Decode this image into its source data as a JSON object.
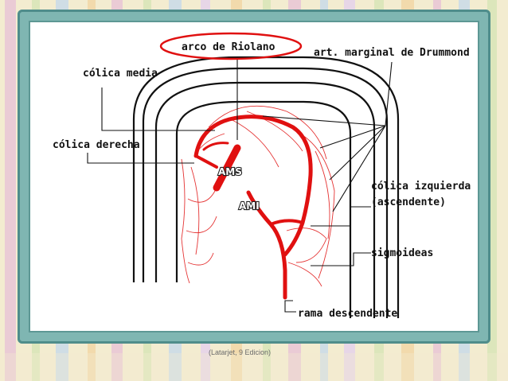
{
  "labels": {
    "arco_riolano": "arco de Riolano",
    "marginal_drummond": "art. marginal de Drummond",
    "colica_media": "cólica media",
    "colica_derecha": "cólica derecha",
    "colica_izquierda_line1": "cólica izquierda",
    "colica_izquierda_line2": "(ascendente)",
    "sigmoideas": "sigmoideas",
    "rama_descendente": "rama descendente",
    "ams": "AMS",
    "ami": "AMI"
  },
  "caption": "(Latarjet, 9 Edicion)",
  "colors": {
    "artery": "#e01010",
    "highlight_ring": "#e01010",
    "frame": "#7fb6b2",
    "background": "#f3ecd0"
  }
}
